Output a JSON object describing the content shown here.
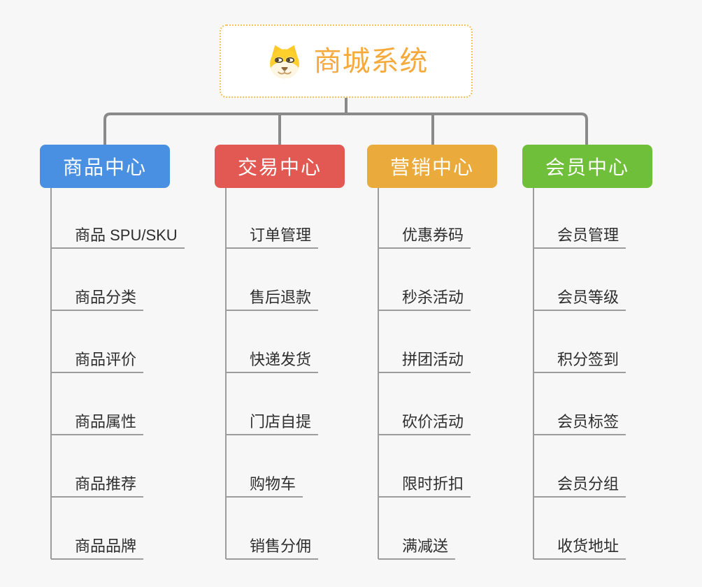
{
  "canvas": {
    "background": "#f7f7f7"
  },
  "root": {
    "title": "商城系统",
    "icon": "shiba-dog-icon",
    "title_color": "#f6aa3c",
    "border_color": "#f6bf57",
    "fill": "#ffffff"
  },
  "connector": {
    "color": "#8a8a8a",
    "leaf_line_color": "#9c9c9c"
  },
  "branches": [
    {
      "label": "商品中心",
      "color": "#4a90e2",
      "children": [
        "商品 SPU/SKU",
        "商品分类",
        "商品评价",
        "商品属性",
        "商品推荐",
        "商品品牌"
      ]
    },
    {
      "label": "交易中心",
      "color": "#e25852",
      "children": [
        "订单管理",
        "售后退款",
        "快递发货",
        "门店自提",
        "购物车",
        "销售分佣"
      ]
    },
    {
      "label": "营销中心",
      "color": "#eaaa3c",
      "children": [
        "优惠券码",
        "秒杀活动",
        "拼团活动",
        "砍价活动",
        "限时折扣",
        "满减送"
      ]
    },
    {
      "label": "会员中心",
      "color": "#6fbf3a",
      "children": [
        "会员管理",
        "会员等级",
        "积分签到",
        "会员标签",
        "会员分组",
        "收货地址"
      ]
    }
  ]
}
